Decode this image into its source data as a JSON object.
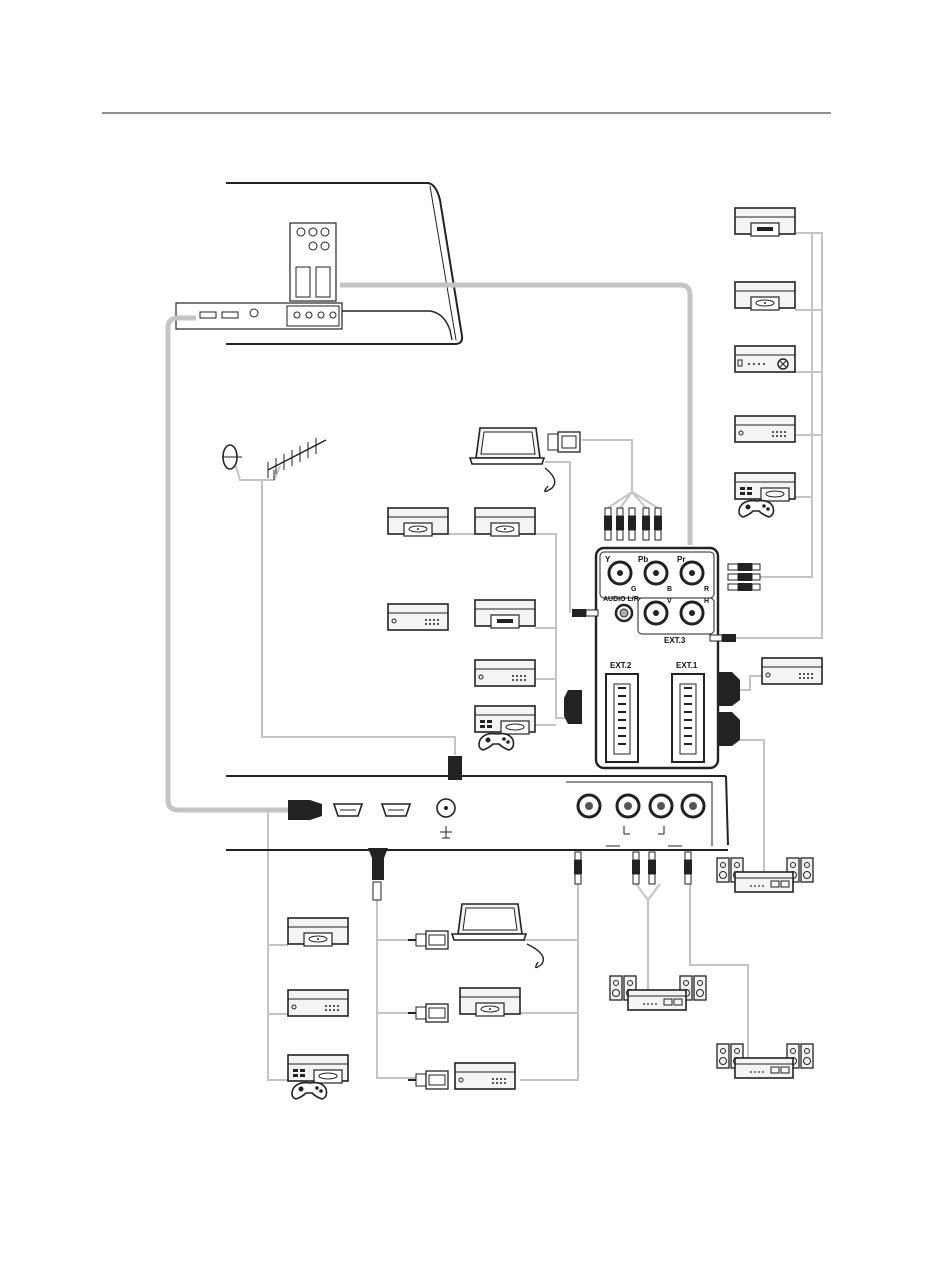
{
  "panel": {
    "y_label": "Y",
    "pb_label": "Pb",
    "pr_label": "Pr",
    "g_label": "G",
    "b_label": "B",
    "r_label": "R",
    "v_label": "V",
    "h_label": "H",
    "audio_label": "AUDIO L/R",
    "ext3_label": "EXT.3",
    "ext2_label": "EXT.2",
    "ext1_label": "EXT.1"
  },
  "colors": {
    "cable": "#c4c4c4",
    "outline": "#222222",
    "device_fill": "#f2f2f2"
  }
}
